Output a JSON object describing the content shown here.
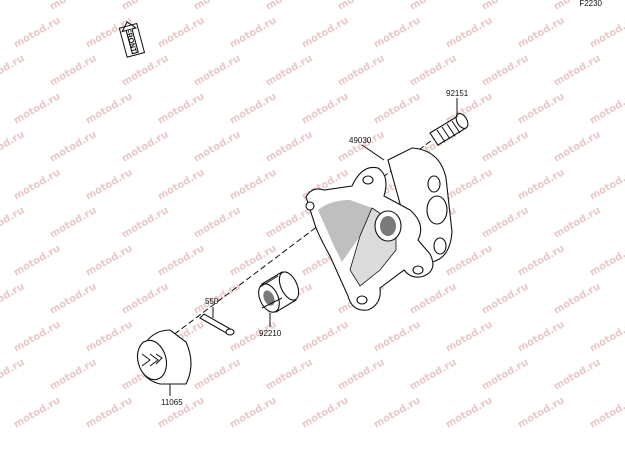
{
  "figure_code": "F2230",
  "front_label": "FRONT",
  "watermark_text": "motod.ru",
  "parts": [
    {
      "id": "part-92151",
      "number": "92151",
      "name": "bolt"
    },
    {
      "id": "part-49030",
      "number": "49030",
      "name": "hub"
    },
    {
      "id": "part-550",
      "number": "550",
      "name": "cotter-pin"
    },
    {
      "id": "part-92210",
      "number": "92210",
      "name": "castle-nut"
    },
    {
      "id": "part-11065",
      "number": "11065",
      "name": "cap"
    }
  ],
  "colors": {
    "watermark": "#e9c8c8",
    "line": "#111111",
    "background": "#ffffff"
  }
}
